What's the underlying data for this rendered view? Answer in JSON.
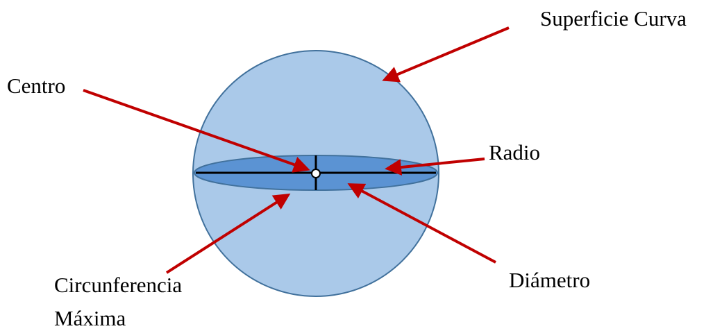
{
  "labels": {
    "superficie": "Superficie Curva",
    "centro": "Centro",
    "radio": "Radio",
    "diametro": "Diámetro",
    "circunferencia_line1": "Circunferencia",
    "circunferencia_line2": "Máxima"
  },
  "colors": {
    "sphere_fill": "#aac9e9",
    "sphere_stroke": "#41719c",
    "disc_fill": "#5b93d3",
    "line": "#000000",
    "arrow": "#c00000",
    "background": "#ffffff"
  }
}
